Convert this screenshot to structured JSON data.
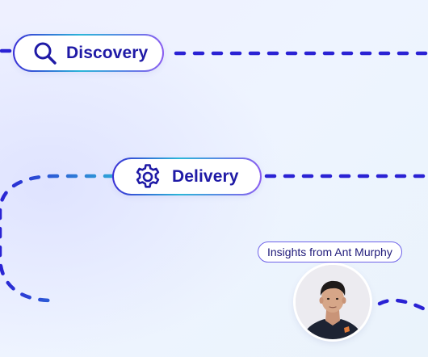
{
  "stages": [
    {
      "label": "Discovery",
      "icon": "search-icon"
    },
    {
      "label": "Delivery",
      "icon": "gear-icon"
    }
  ],
  "badge": {
    "text": "Insights from Ant Murphy"
  },
  "avatar": {
    "icon": "person-photo"
  },
  "colors": {
    "dash_primary": "#2a22d4",
    "dash_teal": "#34b8d6",
    "dash_violet": "#8a5cf0",
    "label_text": "#1f1aa6"
  }
}
